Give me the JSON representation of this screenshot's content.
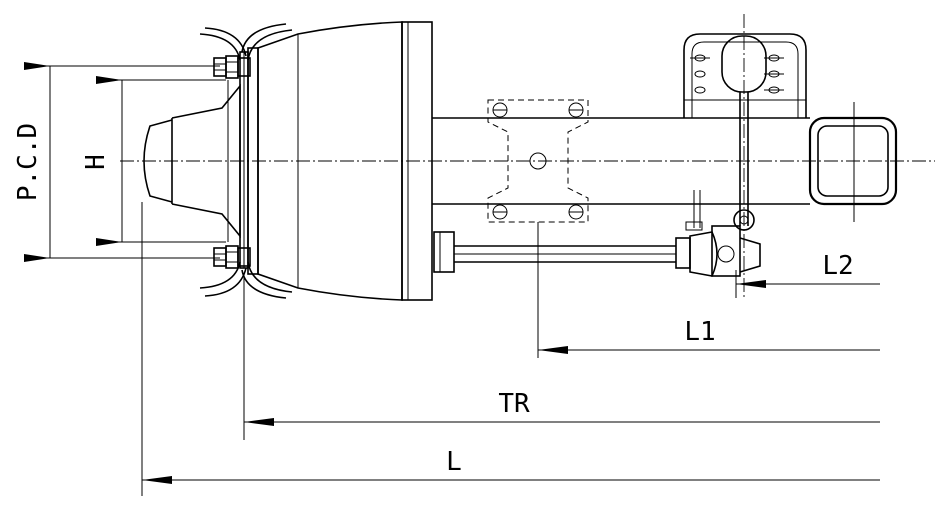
{
  "labels": {
    "pcd": "P.C.D",
    "h": "H",
    "l2": "L2",
    "l1": "L1",
    "tr": "TR",
    "l": "L"
  },
  "colors": {
    "line": "#000000",
    "background": "#ffffff"
  }
}
